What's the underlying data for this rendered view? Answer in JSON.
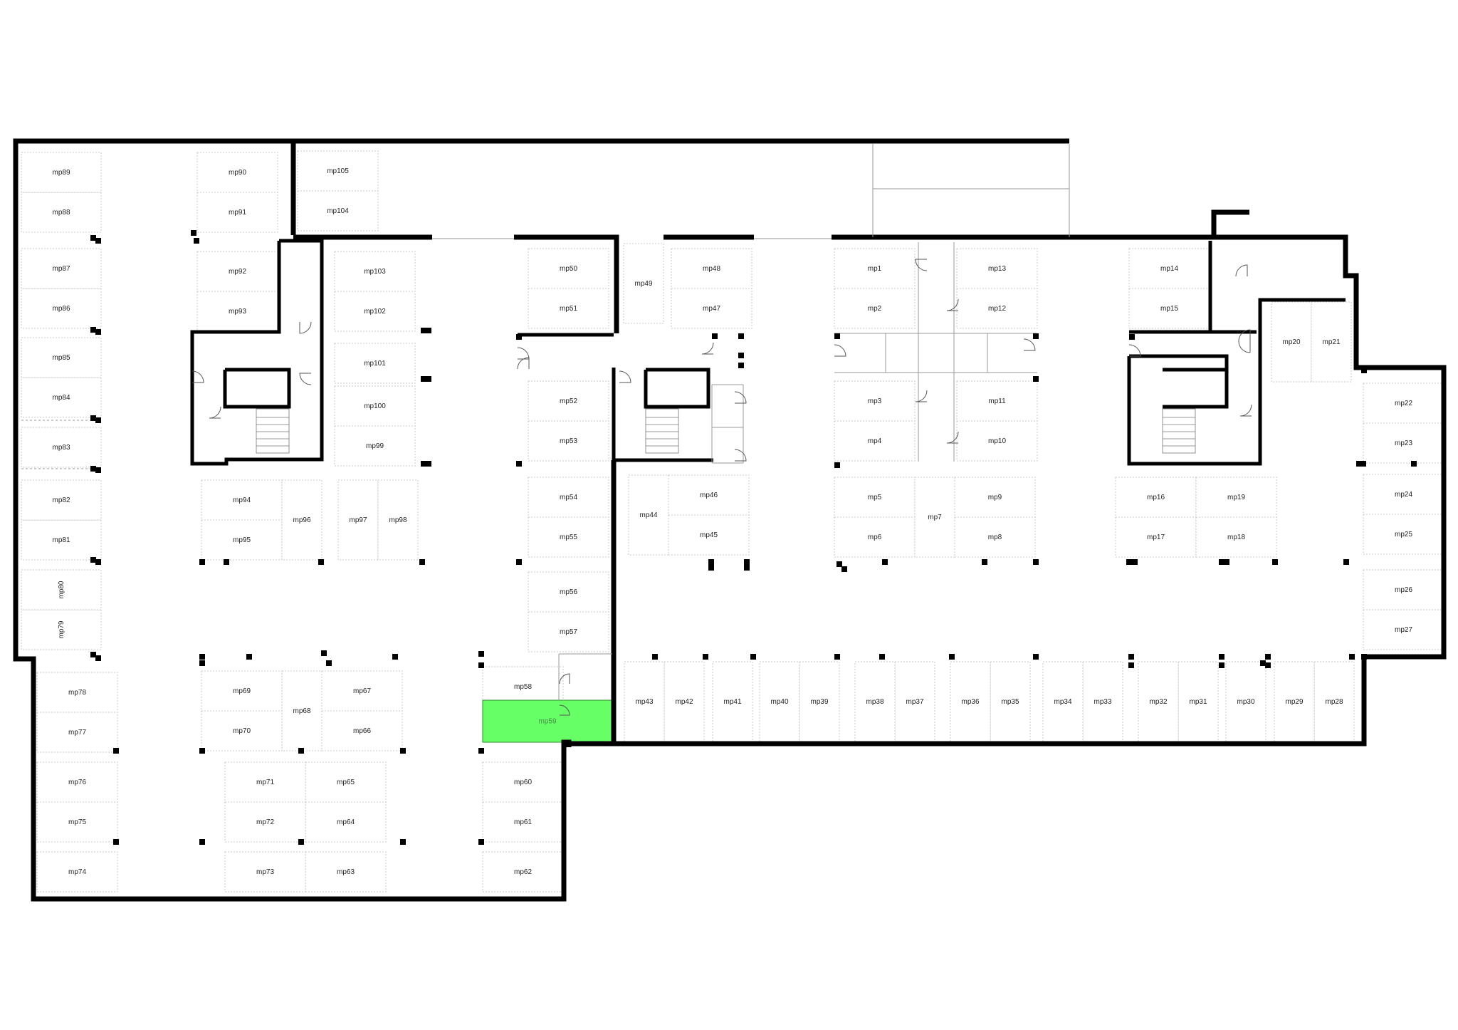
{
  "plan": {
    "highlight_color": "#66ff66",
    "highlighted_slot": "mp59",
    "slots": [
      {
        "id": "mp1",
        "r": [
          1172,
          349,
          113,
          56
        ]
      },
      {
        "id": "mp2",
        "r": [
          1172,
          405,
          113,
          56
        ]
      },
      {
        "id": "mp3",
        "r": [
          1172,
          535,
          113,
          56
        ]
      },
      {
        "id": "mp4",
        "r": [
          1172,
          591,
          113,
          56
        ]
      },
      {
        "id": "mp5",
        "r": [
          1172,
          670,
          113,
          56
        ]
      },
      {
        "id": "mp6",
        "r": [
          1172,
          726,
          113,
          56
        ]
      },
      {
        "id": "mp7",
        "r": [
          1285,
          670,
          56,
          112
        ]
      },
      {
        "id": "mp8",
        "r": [
          1341,
          726,
          113,
          56
        ]
      },
      {
        "id": "mp9",
        "r": [
          1341,
          670,
          113,
          56
        ]
      },
      {
        "id": "mp10",
        "r": [
          1344,
          591,
          113,
          56
        ]
      },
      {
        "id": "mp11",
        "r": [
          1344,
          535,
          113,
          56
        ]
      },
      {
        "id": "mp12",
        "r": [
          1344,
          405,
          113,
          56
        ]
      },
      {
        "id": "mp13",
        "r": [
          1344,
          349,
          113,
          56
        ]
      },
      {
        "id": "mp14",
        "r": [
          1586,
          349,
          113,
          56
        ]
      },
      {
        "id": "mp15",
        "r": [
          1586,
          405,
          113,
          56
        ]
      },
      {
        "id": "mp16",
        "r": [
          1567,
          670,
          113,
          56
        ]
      },
      {
        "id": "mp17",
        "r": [
          1567,
          726,
          113,
          56
        ]
      },
      {
        "id": "mp18",
        "r": [
          1680,
          726,
          113,
          56
        ]
      },
      {
        "id": "mp19",
        "r": [
          1680,
          670,
          113,
          56
        ]
      },
      {
        "id": "mp20",
        "r": [
          1786,
          424,
          56,
          112
        ]
      },
      {
        "id": "mp21",
        "r": [
          1842,
          424,
          56,
          112
        ]
      },
      {
        "id": "mp22",
        "r": [
          1915,
          538,
          113,
          56
        ]
      },
      {
        "id": "mp23",
        "r": [
          1915,
          594,
          113,
          56
        ]
      },
      {
        "id": "mp24",
        "r": [
          1915,
          666,
          113,
          56
        ]
      },
      {
        "id": "mp25",
        "r": [
          1915,
          722,
          113,
          56
        ]
      },
      {
        "id": "mp26",
        "r": [
          1915,
          800,
          113,
          56
        ]
      },
      {
        "id": "mp27",
        "r": [
          1915,
          856,
          113,
          56
        ]
      },
      {
        "id": "mp28",
        "r": [
          1846,
          929,
          56,
          112
        ]
      },
      {
        "id": "mp29",
        "r": [
          1790,
          929,
          56,
          112
        ]
      },
      {
        "id": "mp30",
        "r": [
          1722,
          929,
          56,
          112
        ]
      },
      {
        "id": "mp31",
        "r": [
          1655,
          929,
          56,
          112
        ]
      },
      {
        "id": "mp32",
        "r": [
          1599,
          929,
          56,
          112
        ]
      },
      {
        "id": "mp33",
        "r": [
          1521,
          929,
          56,
          112
        ]
      },
      {
        "id": "mp34",
        "r": [
          1465,
          929,
          56,
          112
        ]
      },
      {
        "id": "mp35",
        "r": [
          1391,
          929,
          56,
          112
        ]
      },
      {
        "id": "mp36",
        "r": [
          1335,
          929,
          56,
          112
        ]
      },
      {
        "id": "mp37",
        "r": [
          1257,
          929,
          56,
          112
        ]
      },
      {
        "id": "mp38",
        "r": [
          1201,
          929,
          56,
          112
        ]
      },
      {
        "id": "mp39",
        "r": [
          1123,
          929,
          56,
          112
        ]
      },
      {
        "id": "mp40",
        "r": [
          1067,
          929,
          56,
          112
        ]
      },
      {
        "id": "mp41",
        "r": [
          1001,
          929,
          56,
          112
        ]
      },
      {
        "id": "mp42",
        "r": [
          933,
          929,
          56,
          112
        ]
      },
      {
        "id": "mp43",
        "r": [
          877,
          929,
          56,
          112
        ]
      },
      {
        "id": "mp44",
        "r": [
          883,
          667,
          56,
          112
        ]
      },
      {
        "id": "mp45",
        "r": [
          939,
          723,
          113,
          56
        ]
      },
      {
        "id": "mp46",
        "r": [
          939,
          667,
          113,
          56
        ]
      },
      {
        "id": "mp47",
        "r": [
          943,
          405,
          113,
          56
        ]
      },
      {
        "id": "mp48",
        "r": [
          943,
          349,
          113,
          56
        ]
      },
      {
        "id": "mp49",
        "r": [
          876,
          342,
          56,
          112
        ]
      },
      {
        "id": "mp50",
        "r": [
          742,
          349,
          113,
          56
        ]
      },
      {
        "id": "mp51",
        "r": [
          742,
          405,
          113,
          56
        ]
      },
      {
        "id": "mp52",
        "r": [
          742,
          535,
          113,
          56
        ]
      },
      {
        "id": "mp53",
        "r": [
          742,
          591,
          113,
          56
        ]
      },
      {
        "id": "mp54",
        "r": [
          742,
          670,
          113,
          56
        ]
      },
      {
        "id": "mp55",
        "r": [
          742,
          726,
          113,
          56
        ]
      },
      {
        "id": "mp56",
        "r": [
          742,
          803,
          113,
          56
        ]
      },
      {
        "id": "mp57",
        "r": [
          742,
          859,
          113,
          56
        ]
      },
      {
        "id": "mp58",
        "r": [
          678,
          936,
          113,
          56
        ]
      },
      {
        "id": "mp59",
        "r": [
          678,
          983,
          182,
          59
        ]
      },
      {
        "id": "mp60",
        "r": [
          678,
          1070,
          113,
          56
        ]
      },
      {
        "id": "mp61",
        "r": [
          678,
          1126,
          113,
          56
        ]
      },
      {
        "id": "mp62",
        "r": [
          678,
          1196,
          113,
          56
        ]
      },
      {
        "id": "mp63",
        "r": [
          429,
          1196,
          113,
          56
        ]
      },
      {
        "id": "mp64",
        "r": [
          429,
          1126,
          113,
          56
        ]
      },
      {
        "id": "mp65",
        "r": [
          429,
          1070,
          113,
          56
        ]
      },
      {
        "id": "mp66",
        "r": [
          452,
          998,
          113,
          56
        ]
      },
      {
        "id": "mp67",
        "r": [
          452,
          942,
          113,
          56
        ]
      },
      {
        "id": "mp68",
        "r": [
          396,
          942,
          56,
          112
        ]
      },
      {
        "id": "mp69",
        "r": [
          283,
          942,
          113,
          56
        ]
      },
      {
        "id": "mp70",
        "r": [
          283,
          998,
          113,
          56
        ]
      },
      {
        "id": "mp71",
        "r": [
          316,
          1070,
          113,
          56
        ]
      },
      {
        "id": "mp72",
        "r": [
          316,
          1126,
          113,
          56
        ]
      },
      {
        "id": "mp73",
        "r": [
          316,
          1196,
          113,
          56
        ]
      },
      {
        "id": "mp74",
        "r": [
          52,
          1196,
          113,
          56
        ]
      },
      {
        "id": "mp75",
        "r": [
          52,
          1126,
          113,
          56
        ]
      },
      {
        "id": "mp76",
        "r": [
          52,
          1070,
          113,
          56
        ]
      },
      {
        "id": "mp77",
        "r": [
          52,
          1000,
          113,
          56
        ]
      },
      {
        "id": "mp78",
        "r": [
          52,
          944,
          113,
          56
        ]
      },
      {
        "id": "mp79",
        "r": [
          30,
          856,
          112,
          56
        ],
        "rot": true
      },
      {
        "id": "mp80",
        "r": [
          30,
          800,
          112,
          56
        ],
        "rot": true
      },
      {
        "id": "mp81",
        "r": [
          30,
          730,
          112,
          56
        ]
      },
      {
        "id": "mp82",
        "r": [
          30,
          674,
          112,
          56
        ]
      },
      {
        "id": "mp83",
        "r": [
          30,
          600,
          112,
          56
        ]
      },
      {
        "id": "mp84",
        "r": [
          30,
          530,
          112,
          56
        ]
      },
      {
        "id": "mp85",
        "r": [
          30,
          474,
          112,
          56
        ]
      },
      {
        "id": "mp86",
        "r": [
          30,
          405,
          112,
          56
        ]
      },
      {
        "id": "mp87",
        "r": [
          30,
          349,
          112,
          56
        ]
      },
      {
        "id": "mp88",
        "r": [
          30,
          270,
          112,
          56
        ]
      },
      {
        "id": "mp89",
        "r": [
          30,
          214,
          112,
          56
        ]
      },
      {
        "id": "mp90",
        "r": [
          277,
          214,
          113,
          56
        ]
      },
      {
        "id": "mp91",
        "r": [
          277,
          270,
          113,
          56
        ]
      },
      {
        "id": "mp92",
        "r": [
          277,
          353,
          113,
          56
        ]
      },
      {
        "id": "mp93",
        "r": [
          277,
          409,
          113,
          56
        ]
      },
      {
        "id": "mp94",
        "r": [
          283,
          674,
          113,
          56
        ]
      },
      {
        "id": "mp95",
        "r": [
          283,
          730,
          113,
          56
        ]
      },
      {
        "id": "mp96",
        "r": [
          396,
          674,
          56,
          112
        ]
      },
      {
        "id": "mp97",
        "r": [
          475,
          674,
          56,
          112
        ]
      },
      {
        "id": "mp98",
        "r": [
          531,
          674,
          56,
          112
        ]
      },
      {
        "id": "mp99",
        "r": [
          470,
          598,
          113,
          56
        ]
      },
      {
        "id": "mp100",
        "r": [
          470,
          542,
          113,
          56
        ]
      },
      {
        "id": "mp101",
        "r": [
          470,
          482,
          113,
          56
        ]
      },
      {
        "id": "mp102",
        "r": [
          470,
          409,
          113,
          56
        ]
      },
      {
        "id": "mp103",
        "r": [
          470,
          353,
          113,
          56
        ]
      },
      {
        "id": "mp104",
        "r": [
          418,
          268,
          113,
          56
        ]
      },
      {
        "id": "mp105",
        "r": [
          418,
          212,
          113,
          56
        ]
      }
    ]
  }
}
